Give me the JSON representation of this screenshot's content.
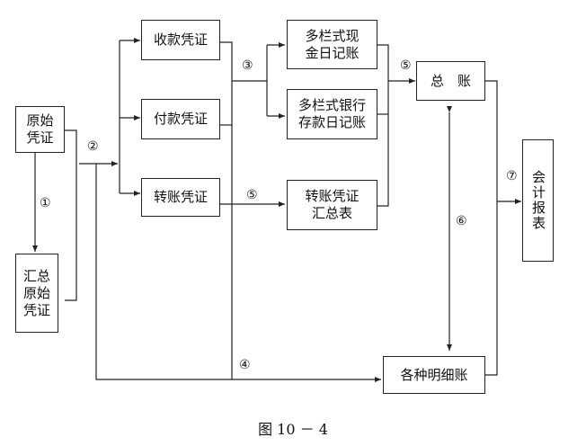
{
  "nodes": {
    "original_voucher": "原始\n凭证",
    "summary_original_voucher": "汇总\n原始\n凭证",
    "receipt_voucher": "收款凭证",
    "payment_voucher": "付款凭证",
    "transfer_voucher": "转账凭证",
    "cash_journal": "多栏式现\n金日记账",
    "bank_journal": "多栏式银行\n存款日记账",
    "transfer_summary": "转账凭证\n汇总表",
    "general_ledger": "总　账",
    "subsidiary_ledgers": "各种明细账",
    "accounting_statements": "会计报表"
  },
  "steps": {
    "s1": "①",
    "s2": "②",
    "s3": "③",
    "s4": "④",
    "s5a": "⑤",
    "s5b": "⑤",
    "s6": "⑥",
    "s7": "⑦"
  },
  "caption": "图 10 － 4"
}
